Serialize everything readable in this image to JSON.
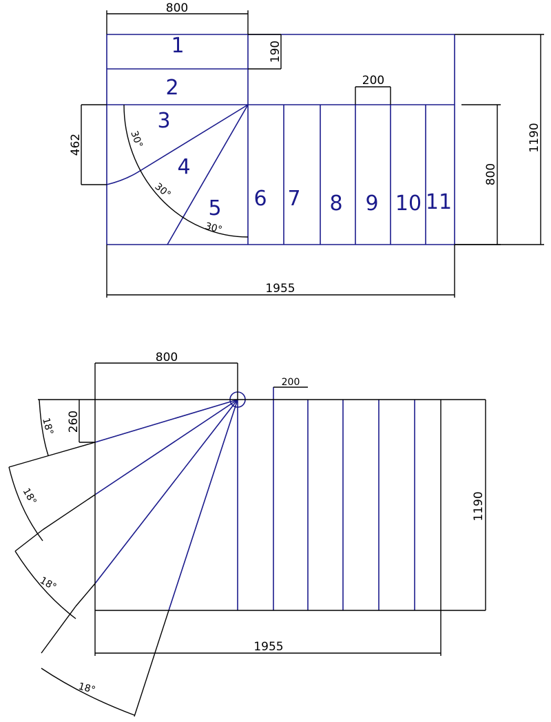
{
  "top_plan": {
    "step_numbers": [
      "1",
      "2",
      "3",
      "4",
      "5",
      "6",
      "7",
      "8",
      "9",
      "10",
      "11"
    ],
    "dims": {
      "width_landing": "800",
      "step_depth_top": "190",
      "offset_left": "462",
      "tread": "200",
      "flight_width": "800",
      "total_height": "1190",
      "total_length": "1955"
    },
    "angles": [
      "30°",
      "30°",
      "30°"
    ]
  },
  "bottom_plan": {
    "dims": {
      "width_landing": "800",
      "tread": "200",
      "offset_left": "260",
      "total_height": "1190",
      "total_length": "1955"
    },
    "angles": [
      "18°",
      "18°",
      "18°",
      "18°"
    ]
  },
  "colors": {
    "step_lines": "#1a1a8c",
    "dimension_lines": "#000000"
  }
}
